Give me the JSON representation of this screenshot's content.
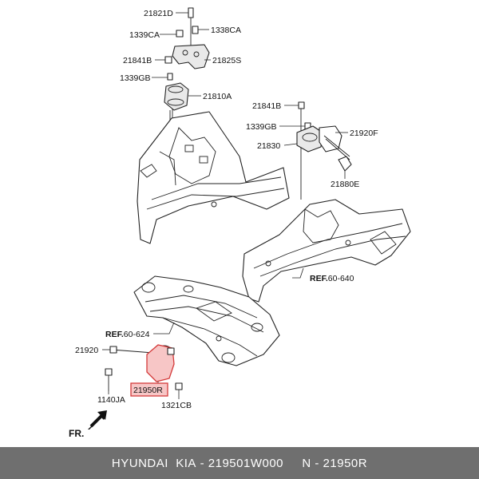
{
  "labels": {
    "p21821D": "21821D",
    "p1339CA": "1339CA",
    "p1338CA": "1338CA",
    "p21841B_a": "21841B",
    "p21825S": "21825S",
    "p1339GB_a": "1339GB",
    "p21810A": "21810A",
    "p21841B_b": "21841B",
    "p1339GB_b": "1339GB",
    "p21920F": "21920F",
    "p21830": "21830",
    "p21880E": "21880E",
    "ref60640_bold": "REF.",
    "ref60640_num": "60-640",
    "ref60624_bold": "REF.",
    "ref60624_num": "60-624",
    "p21920": "21920",
    "p21950R": "21950R",
    "p1140JA": "1140JA",
    "p1321CB": "1321CB",
    "fr": "FR."
  },
  "banner": {
    "brand": "HYUNDAI  KIA",
    "sep1": " - ",
    "part_number": "219501W000",
    "gap": "     ",
    "short_code": "N - 21950R"
  },
  "colors": {
    "highlight_fill": "#f7c6c6",
    "highlight_stroke": "#d43a3a",
    "banner_bg": "#6f6f6f"
  }
}
